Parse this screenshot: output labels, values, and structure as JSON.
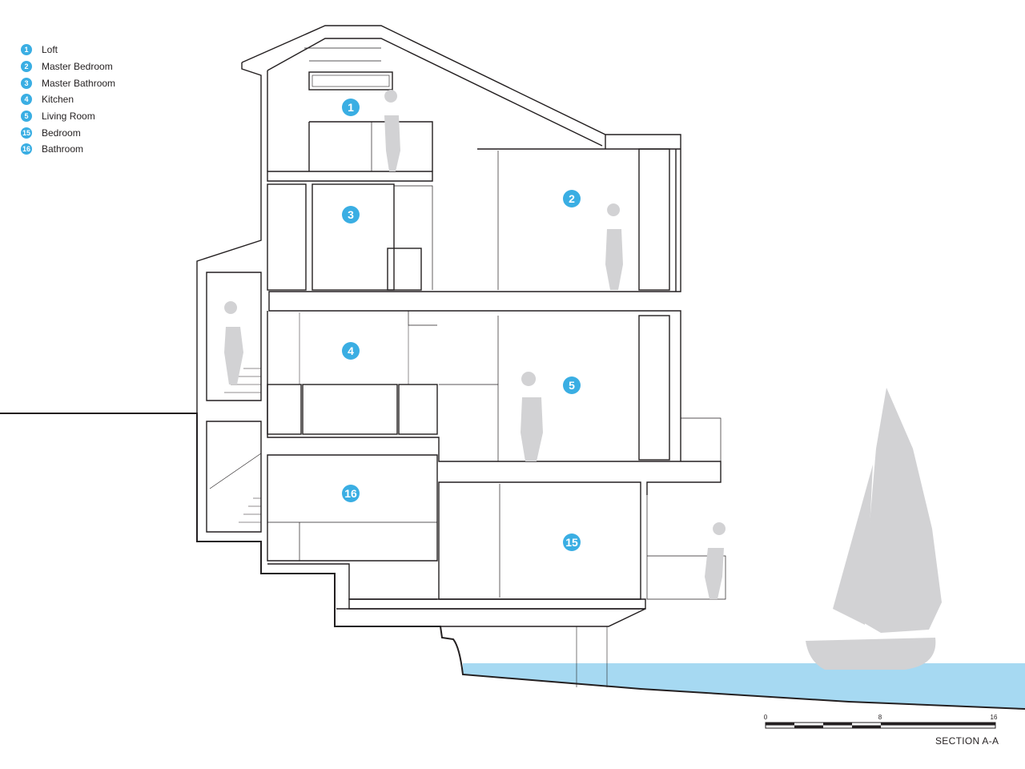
{
  "legend": [
    {
      "num": "1",
      "label": "Loft"
    },
    {
      "num": "2",
      "label": "Master Bedroom"
    },
    {
      "num": "3",
      "label": "Master Bathroom"
    },
    {
      "num": "4",
      "label": "Kitchen"
    },
    {
      "num": "5",
      "label": "Living Room"
    },
    {
      "num": "15",
      "label": "Bedroom"
    },
    {
      "num": "16",
      "label": "Bathroom"
    }
  ],
  "rooms": [
    {
      "num": "1",
      "name": "Loft"
    },
    {
      "num": "2",
      "name": "Master Bedroom"
    },
    {
      "num": "3",
      "name": "Master Bathroom"
    },
    {
      "num": "4",
      "name": "Kitchen"
    },
    {
      "num": "5",
      "name": "Living Room"
    },
    {
      "num": "15",
      "name": "Bedroom"
    },
    {
      "num": "16",
      "name": "Bathroom"
    }
  ],
  "scale_bar": {
    "ticks": [
      "0",
      "8",
      "16"
    ]
  },
  "section_title": "SECTION A-A",
  "colors": {
    "accent": "#3aaee3",
    "water": "#a6d9f2",
    "figure": "#d2d2d4",
    "line": "#231f20"
  }
}
